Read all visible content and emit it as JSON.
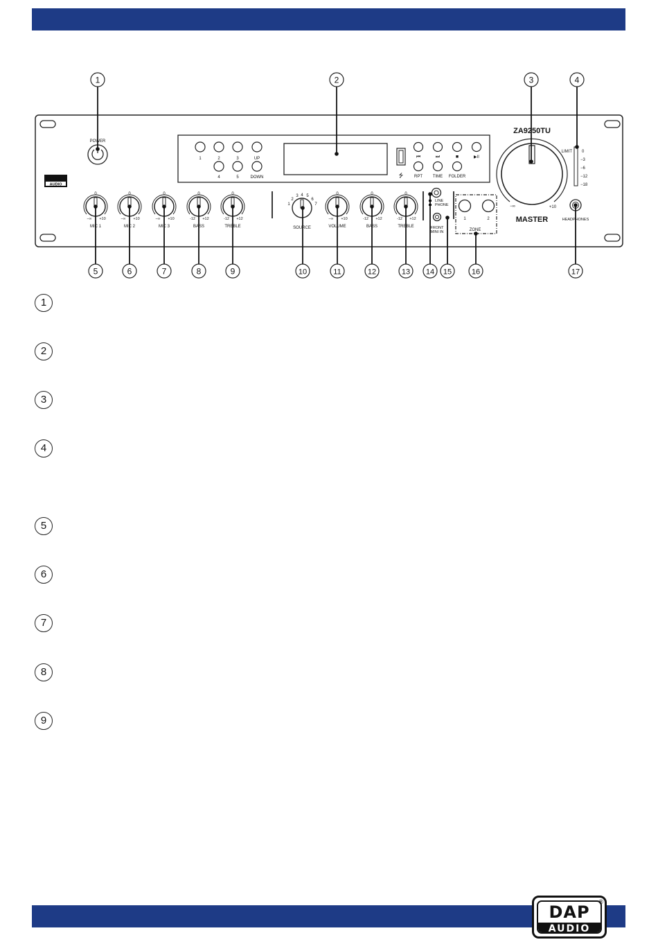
{
  "model": "ZA9250TU",
  "brand": {
    "top": "DAP",
    "bottom": "AUDIO",
    "mark": "®"
  },
  "panel": {
    "power": "POWER",
    "presets": [
      "1",
      "2",
      "3",
      "4",
      "5"
    ],
    "up": "UP",
    "down": "DOWN",
    "usb_symbol": "⭍",
    "transport": [
      "⏮",
      "⏭",
      "■",
      "▶II"
    ],
    "player_buttons": [
      "RPT",
      "TIME",
      "FOLDER"
    ],
    "master": "MASTER",
    "master_min": "−∞",
    "master_max": "+10",
    "limit": "LIMIT",
    "meter": [
      "0",
      "−3",
      "−6",
      "−12",
      "−18"
    ],
    "headphones": "HEADPHONES",
    "line": "LINE",
    "phone": "PHONE",
    "front_mini_in": [
      "FRONT",
      "MINI  IN"
    ],
    "zone": "ZONE",
    "zone_buttons": [
      "1",
      "2"
    ],
    "source": "SOURCE",
    "source_positions": [
      "1",
      "2",
      "3",
      "4",
      "5",
      "6",
      "7"
    ],
    "knob_zero": "0",
    "knobs": [
      {
        "label": "MIC 1",
        "min": "−∞",
        "max": "+10"
      },
      {
        "label": "MIC 2",
        "min": "−∞",
        "max": "+10"
      },
      {
        "label": "MIC 3",
        "min": "−∞",
        "max": "+10"
      },
      {
        "label": "BASS",
        "min": "-12",
        "max": "+12"
      },
      {
        "label": "TREBLE",
        "min": "-12",
        "max": "+12"
      },
      {
        "label": "VOLUME",
        "min": "−∞",
        "max": "+10"
      },
      {
        "label": "BASS",
        "min": "-12",
        "max": "+12"
      },
      {
        "label": "TREBLE",
        "min": "-12",
        "max": "+12"
      }
    ]
  },
  "callouts": [
    "1",
    "2",
    "3",
    "4",
    "5",
    "6",
    "7",
    "8",
    "9",
    "10",
    "11",
    "12",
    "13",
    "14",
    "15",
    "16",
    "17"
  ],
  "legend": [
    "1",
    "2",
    "3",
    "4",
    "5",
    "6",
    "7",
    "8",
    "9"
  ]
}
